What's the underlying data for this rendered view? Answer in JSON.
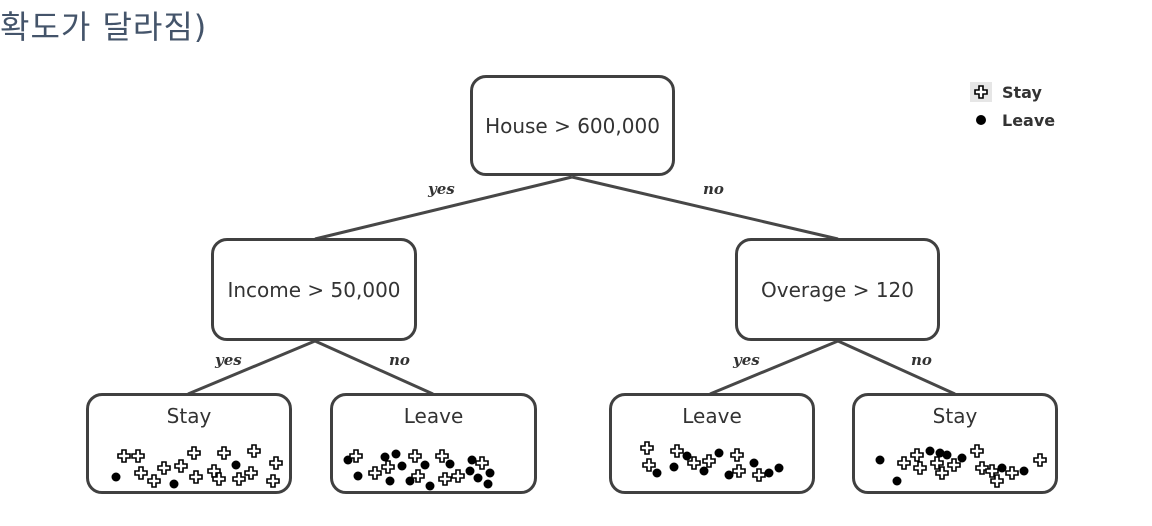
{
  "title": "확도가 달라짐)",
  "legend": [
    {
      "icon": "plus-icon",
      "label": "Stay"
    },
    {
      "icon": "dot-icon",
      "label": "Leave"
    }
  ],
  "tree": {
    "root": "House > 600,000",
    "left": "Income > 50,000",
    "right": "Overage > 120",
    "edge_labels": {
      "yes": "yes",
      "no": "no"
    },
    "leaves": [
      "Stay",
      "Leave",
      "Leave",
      "Stay"
    ]
  }
}
